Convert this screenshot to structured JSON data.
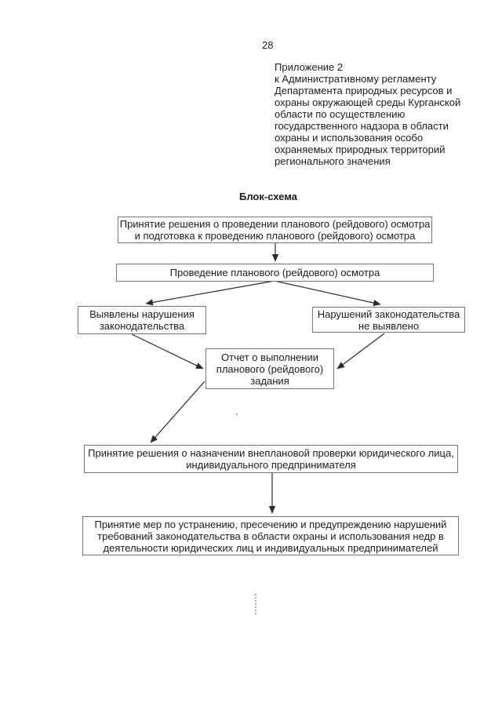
{
  "page": {
    "number": "28"
  },
  "header": {
    "appendix_lines": [
      "Приложение 2",
      "к Административному регламенту",
      "Департамента природных ресурсов и",
      "охраны окружающей среды Курганской",
      "области по осуществлению",
      "государственного надзора в области",
      "охраны и использования особо",
      "охраняемых природных территорий",
      "регионального значения"
    ]
  },
  "flowchart": {
    "title": "Блок-схема",
    "boxes": {
      "decision_prep": {
        "lines": [
          "Принятие решения о проведении планового (рейдового) осмотра",
          "и подготовка к проведению планового (рейдового) осмотра"
        ]
      },
      "inspection": {
        "lines": [
          "Проведение планового (рейдового) осмотра"
        ]
      },
      "violations_found": {
        "lines": [
          "Выявлены нарушения",
          "законодательства"
        ]
      },
      "no_violations": {
        "lines": [
          "Нарушений законодательства",
          "не выявлено"
        ]
      },
      "report": {
        "lines": [
          "Отчет о выполнении",
          "планового (рейдового)",
          "задания"
        ]
      },
      "unscheduled_check": {
        "lines": [
          "Принятие решения о назначении внеплановой проверки юридического лица,",
          "индивидуального предпринимателя"
        ]
      },
      "measures": {
        "lines": [
          "Принятие мер по устранению, пресечению и предупреждению нарушений",
          "требований законодательства в области охраны и использования недр в",
          "деятельности юридических лиц и индивидуальных предпринимателей"
        ]
      }
    },
    "edges": [
      {
        "from": "decision_prep",
        "to": "inspection"
      },
      {
        "from": "inspection",
        "to": "violations_found"
      },
      {
        "from": "inspection",
        "to": "no_violations"
      },
      {
        "from": "violations_found",
        "to": "report"
      },
      {
        "from": "no_violations",
        "to": "report"
      },
      {
        "from": "report",
        "to": "unscheduled_check"
      },
      {
        "from": "unscheduled_check",
        "to": "measures"
      }
    ]
  },
  "colors": {
    "text": "#1c1c1c",
    "box_border": "#757575",
    "arrow": "#2b2b2b",
    "background": "#ffffff"
  }
}
